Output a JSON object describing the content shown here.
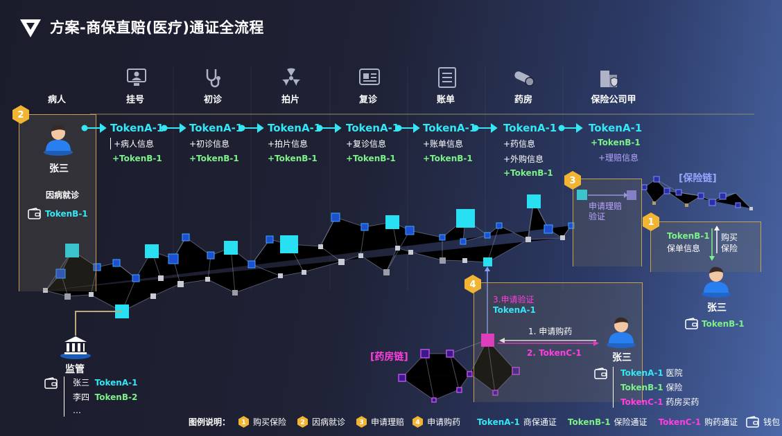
{
  "title": "方案-商保直赔(医疗)通证全流程",
  "columns": [
    {
      "label": "病人",
      "icon": "none"
    },
    {
      "label": "挂号",
      "icon": "registration-icon"
    },
    {
      "label": "初诊",
      "icon": "stethoscope-icon"
    },
    {
      "label": "拍片",
      "icon": "radiation-icon"
    },
    {
      "label": "复诊",
      "icon": "id-card-icon"
    },
    {
      "label": "账单",
      "icon": "bill-icon"
    },
    {
      "label": "药房",
      "icon": "pill-icon"
    },
    {
      "label": "保险公司甲",
      "icon": "insurance-building-icon"
    }
  ],
  "flow": [
    {
      "token": "TokenA-1",
      "lines": [
        "+病人信息"
      ],
      "green": "+TokenB-1"
    },
    {
      "token": "TokenA-1",
      "lines": [
        "+初诊信息"
      ],
      "green": "+TokenB-1"
    },
    {
      "token": "TokenA-1",
      "lines": [
        "+拍片信息"
      ],
      "green": "+TokenB-1"
    },
    {
      "token": "TokenA-1",
      "lines": [
        "+复诊信息"
      ],
      "green": "+TokenB-1"
    },
    {
      "token": "TokenA-1",
      "lines": [
        "+账单信息"
      ],
      "green": "+TokenB-1"
    },
    {
      "token": "TokenA-1",
      "lines": [
        "+药信息",
        "+外购信息"
      ],
      "green": "+TokenB-1"
    },
    {
      "token": "TokenA-1",
      "lines": [],
      "green": "+TokenB-1",
      "extra": "+理赔信息"
    }
  ],
  "patient": {
    "badge": "2",
    "name": "张三",
    "reason": "因病就诊",
    "wallet_token": "TokenB-1"
  },
  "regulator": {
    "name": "监管",
    "rows": [
      {
        "person": "张三",
        "token": "TokenA-1"
      },
      {
        "person": "李四",
        "token": "TokenB-2"
      },
      {
        "person": "…",
        "token": ""
      }
    ]
  },
  "claim": {
    "badge": "3",
    "text1": "申请理赔",
    "text2": "验证"
  },
  "insurance_chain_label": "[保险链]",
  "pharmacy_chain_label": "[药房链]",
  "buy": {
    "badge": "1",
    "token": "TokenB-1",
    "info": "保单信息",
    "action1": "购买",
    "action2": "保险",
    "person": "张三",
    "wallet_token": "TokenB-1"
  },
  "pharmacy": {
    "badge": "4",
    "verify_label": "3.申请验证",
    "verify_token": "TokenA-1",
    "step1": "1. 申请购药",
    "step2": "2. TokenC-1",
    "person": "张三",
    "wallet": [
      {
        "token": "TokenA-1",
        "label": "医院"
      },
      {
        "token": "TokenB-1",
        "label": "保险"
      },
      {
        "token": "TokenC-1",
        "label": "药房买药"
      }
    ]
  },
  "legend": {
    "title": "图例说明：",
    "items": [
      {
        "badge": "1",
        "text": "购买保险"
      },
      {
        "badge": "2",
        "text": "因病就诊"
      },
      {
        "badge": "3",
        "text": "申请理赔"
      },
      {
        "badge": "4",
        "text": "申请购药"
      }
    ],
    "tokens": [
      {
        "token": "TokenA-1",
        "text": "商保通证"
      },
      {
        "token": "TokenB-1",
        "text": "保险通证"
      },
      {
        "token": "TokenC-1",
        "text": "购药通证"
      }
    ],
    "wallet_text": "钱包"
  },
  "colors": {
    "cyan": "#35e6f5",
    "green": "#7df08a",
    "magenta": "#ff3ee0",
    "gold": "#f2b533",
    "navy_node": "#1d4fd0"
  }
}
